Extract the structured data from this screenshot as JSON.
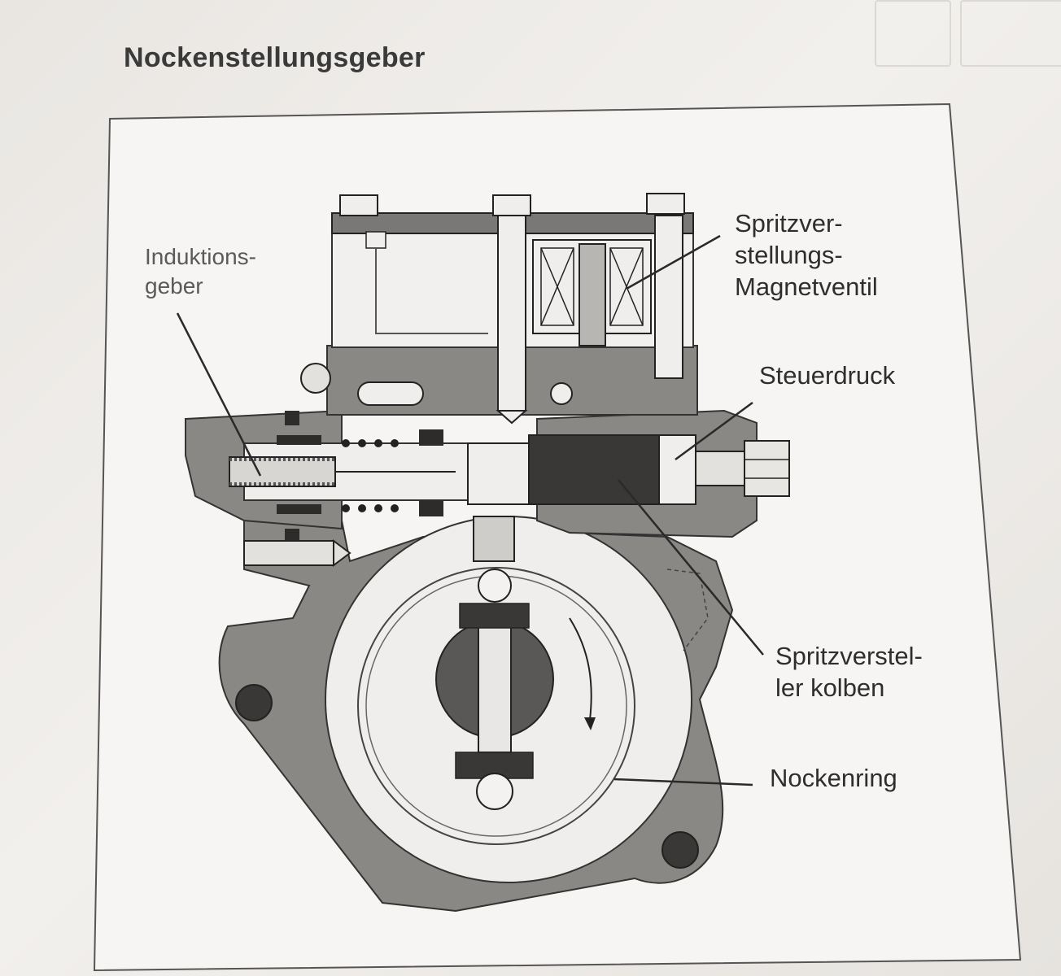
{
  "title": "Nockenstellungsgeber",
  "labels": {
    "induktionsgeber": "Induktions-\ngeber",
    "magnetventil": "Spritzver-\nstellungs-\nMagnetventil",
    "steuerdruck": "Steuerdruck",
    "kolben": "Spritzverstel-\nler kolben",
    "nockenring": "Nockenring"
  },
  "colors": {
    "housing": "#8a8885",
    "dark": "#4a4846",
    "light_gray": "#b8b6b3",
    "line": "#2a2a2a"
  }
}
